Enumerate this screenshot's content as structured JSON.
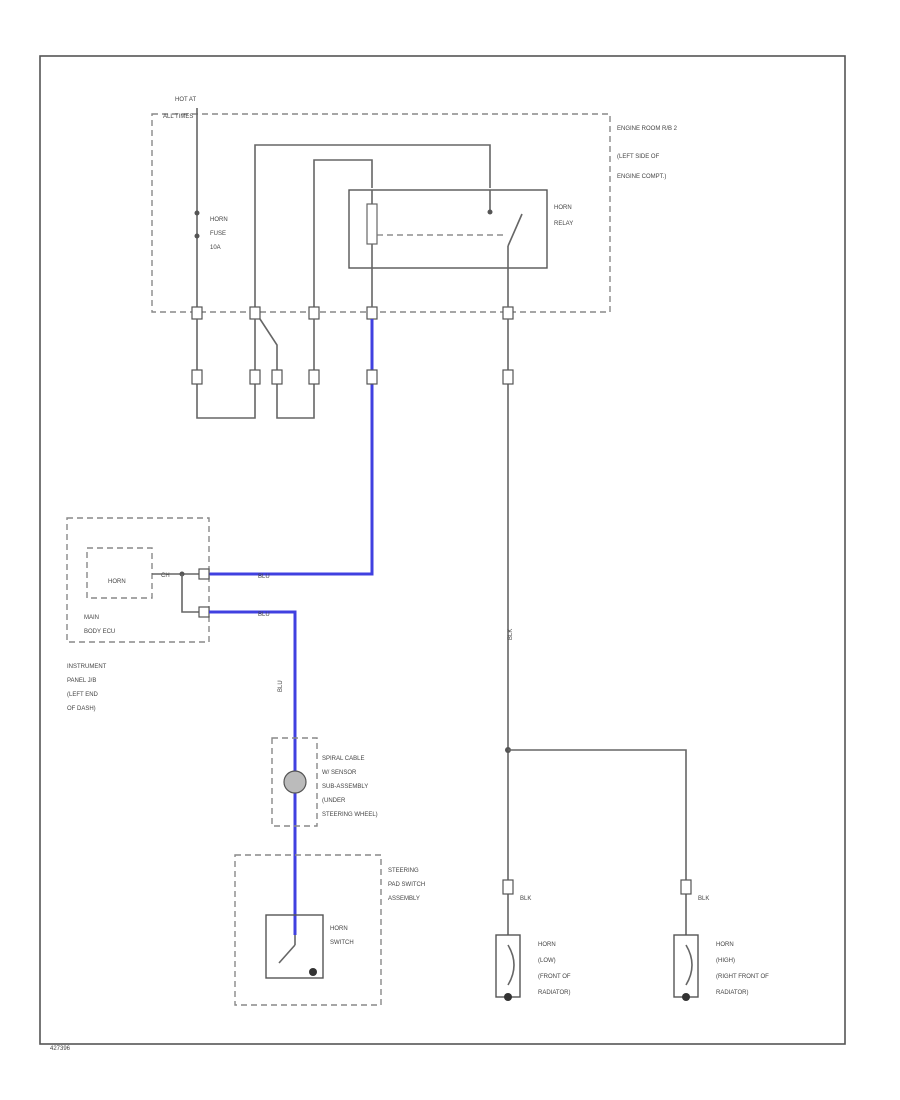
{
  "labels": {
    "hot_at": "HOT AT",
    "all_times": "ALL TIMES",
    "engine_room_rb": "ENGINE ROOM R/B 2",
    "engine_left_side": "(LEFT SIDE OF",
    "engine_compt": "ENGINE COMPT.)",
    "horn_fuse_1": "HORN",
    "horn_fuse_2": "FUSE",
    "horn_fuse_3": "10A",
    "horn_relay_1": "HORN",
    "horn_relay_2": "RELAY",
    "main_body_ecu_1": "MAIN",
    "main_body_ecu_2": "BODY ECU",
    "horn_inside_ecu": "HORN",
    "instrument_panel_1": "INSTRUMENT",
    "instrument_panel_2": "PANEL J/B",
    "instrument_panel_3": "(LEFT END",
    "instrument_panel_4": "OF DASH)",
    "spiral_1": "SPIRAL CABLE",
    "spiral_2": "W/ SENSOR",
    "spiral_3": "SUB-ASSEMBLY",
    "spiral_4": "(UNDER",
    "spiral_5": "STEERING WHEEL)",
    "steering_1": "STEERING",
    "steering_2": "PAD SWITCH",
    "steering_3": "ASSEMBLY",
    "horn_switch_1": "HORN",
    "horn_switch_2": "SWITCH",
    "horn_low_1": "HORN",
    "horn_low_2": "(LOW)",
    "horn_low_3": "(FRONT OF",
    "horn_low_4": "RADIATOR)",
    "horn_high_1": "HORN",
    "horn_high_2": "(HIGH)",
    "horn_high_3": "(RIGHT FRONT OF",
    "horn_high_4": "RADIATOR)",
    "wire_blu_1": "BLU",
    "wire_blu_2": "BLU",
    "wire_blu_3": "BLU",
    "wire_blk": "BLK",
    "wire_blk_2": "BLK",
    "wire_blk_3": "BLK",
    "splice_ch": "CH",
    "footer": "427396"
  }
}
